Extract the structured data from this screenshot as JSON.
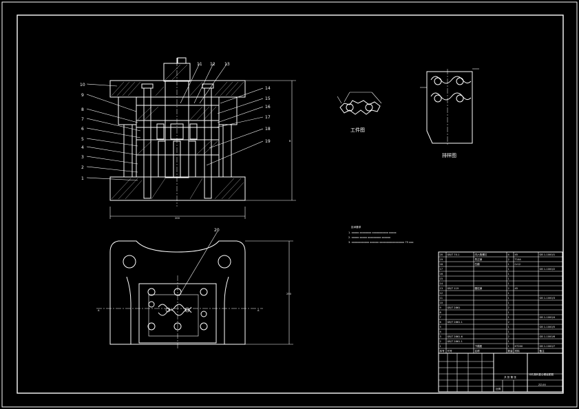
{
  "drawing": {
    "part_numbers": [
      "1",
      "2",
      "3",
      "4",
      "5",
      "6",
      "7",
      "8",
      "9",
      "10",
      "11",
      "12",
      "13",
      "14",
      "15",
      "16",
      "17",
      "18",
      "19",
      "20"
    ],
    "workpiece_caption": "工件图",
    "layout_caption": "排样图",
    "dim_width_front": "200",
    "dim_height_front": "B",
    "dim_plan_height": "250",
    "section_mark_a": "A",
    "section_mark_a2": "A"
  },
  "notes": {
    "title": "技术要求",
    "lines": [
      "1. xxxxx xxxxxxxx xxxxxxxxxxx xxxxx",
      "2. xxxxx xxxxx xxxxxxxxx xxxxxx",
      "3. xxxxxxxxxxxx  xxxxxx xxxxxxxxxxxxxxxxx 75 xxx"
    ]
  },
  "bom": {
    "rows": [
      [
        "20",
        "GB/T 70.1",
        "内六角螺钉",
        "4",
        "45",
        "GB 1-1000/1"
      ],
      [
        "19",
        "",
        "导正销",
        "2",
        "T10A",
        ""
      ],
      [
        "18",
        "",
        "凹模",
        "1",
        "Cr12",
        ""
      ],
      [
        "17",
        "",
        "",
        "1",
        "",
        "GB 1-1000/2"
      ],
      [
        "16",
        "",
        "",
        "1",
        "",
        ""
      ],
      [
        "15",
        "",
        "",
        "1",
        "",
        ""
      ],
      [
        "14",
        "",
        "",
        "1",
        "",
        ""
      ],
      [
        "13",
        "GB/T 119",
        "圆柱销",
        "2",
        "45",
        ""
      ],
      [
        "12",
        "",
        "",
        "1",
        "",
        ""
      ],
      [
        "11",
        "",
        "",
        "1",
        "",
        "GB 1-1000/3"
      ],
      [
        "10",
        "",
        "",
        "1",
        "",
        ""
      ],
      [
        "9",
        "GB/T 2861",
        "",
        "2",
        "",
        ""
      ],
      [
        "8",
        "",
        "",
        "1",
        "",
        ""
      ],
      [
        "7",
        "",
        "",
        "1",
        "",
        "GB 1-1000/4"
      ],
      [
        "6",
        "GB/T 2861.1",
        "",
        "2",
        "",
        ""
      ],
      [
        "5",
        "",
        "",
        "1",
        "",
        "GB 1-1000/5"
      ],
      [
        "4",
        "",
        "",
        "1",
        "",
        ""
      ],
      [
        "3",
        "GB/T 2861.6",
        "",
        "2",
        "",
        "GB 1-1000/6"
      ],
      [
        "2",
        "GB/T 2861.1",
        "",
        "1",
        "",
        ""
      ],
      [
        "1",
        "",
        "下模座",
        "1",
        "HT200",
        "GB 1-1000/7"
      ]
    ],
    "header": [
      "序号",
      "代号",
      "名称",
      "数量",
      "材料",
      "备注"
    ]
  },
  "title_block": {
    "drawing_title": "冲孔落料复合模装配图",
    "drawing_no": "ZZ-00",
    "scale_label": "比例",
    "sheet_label": "共 张 第 张"
  }
}
